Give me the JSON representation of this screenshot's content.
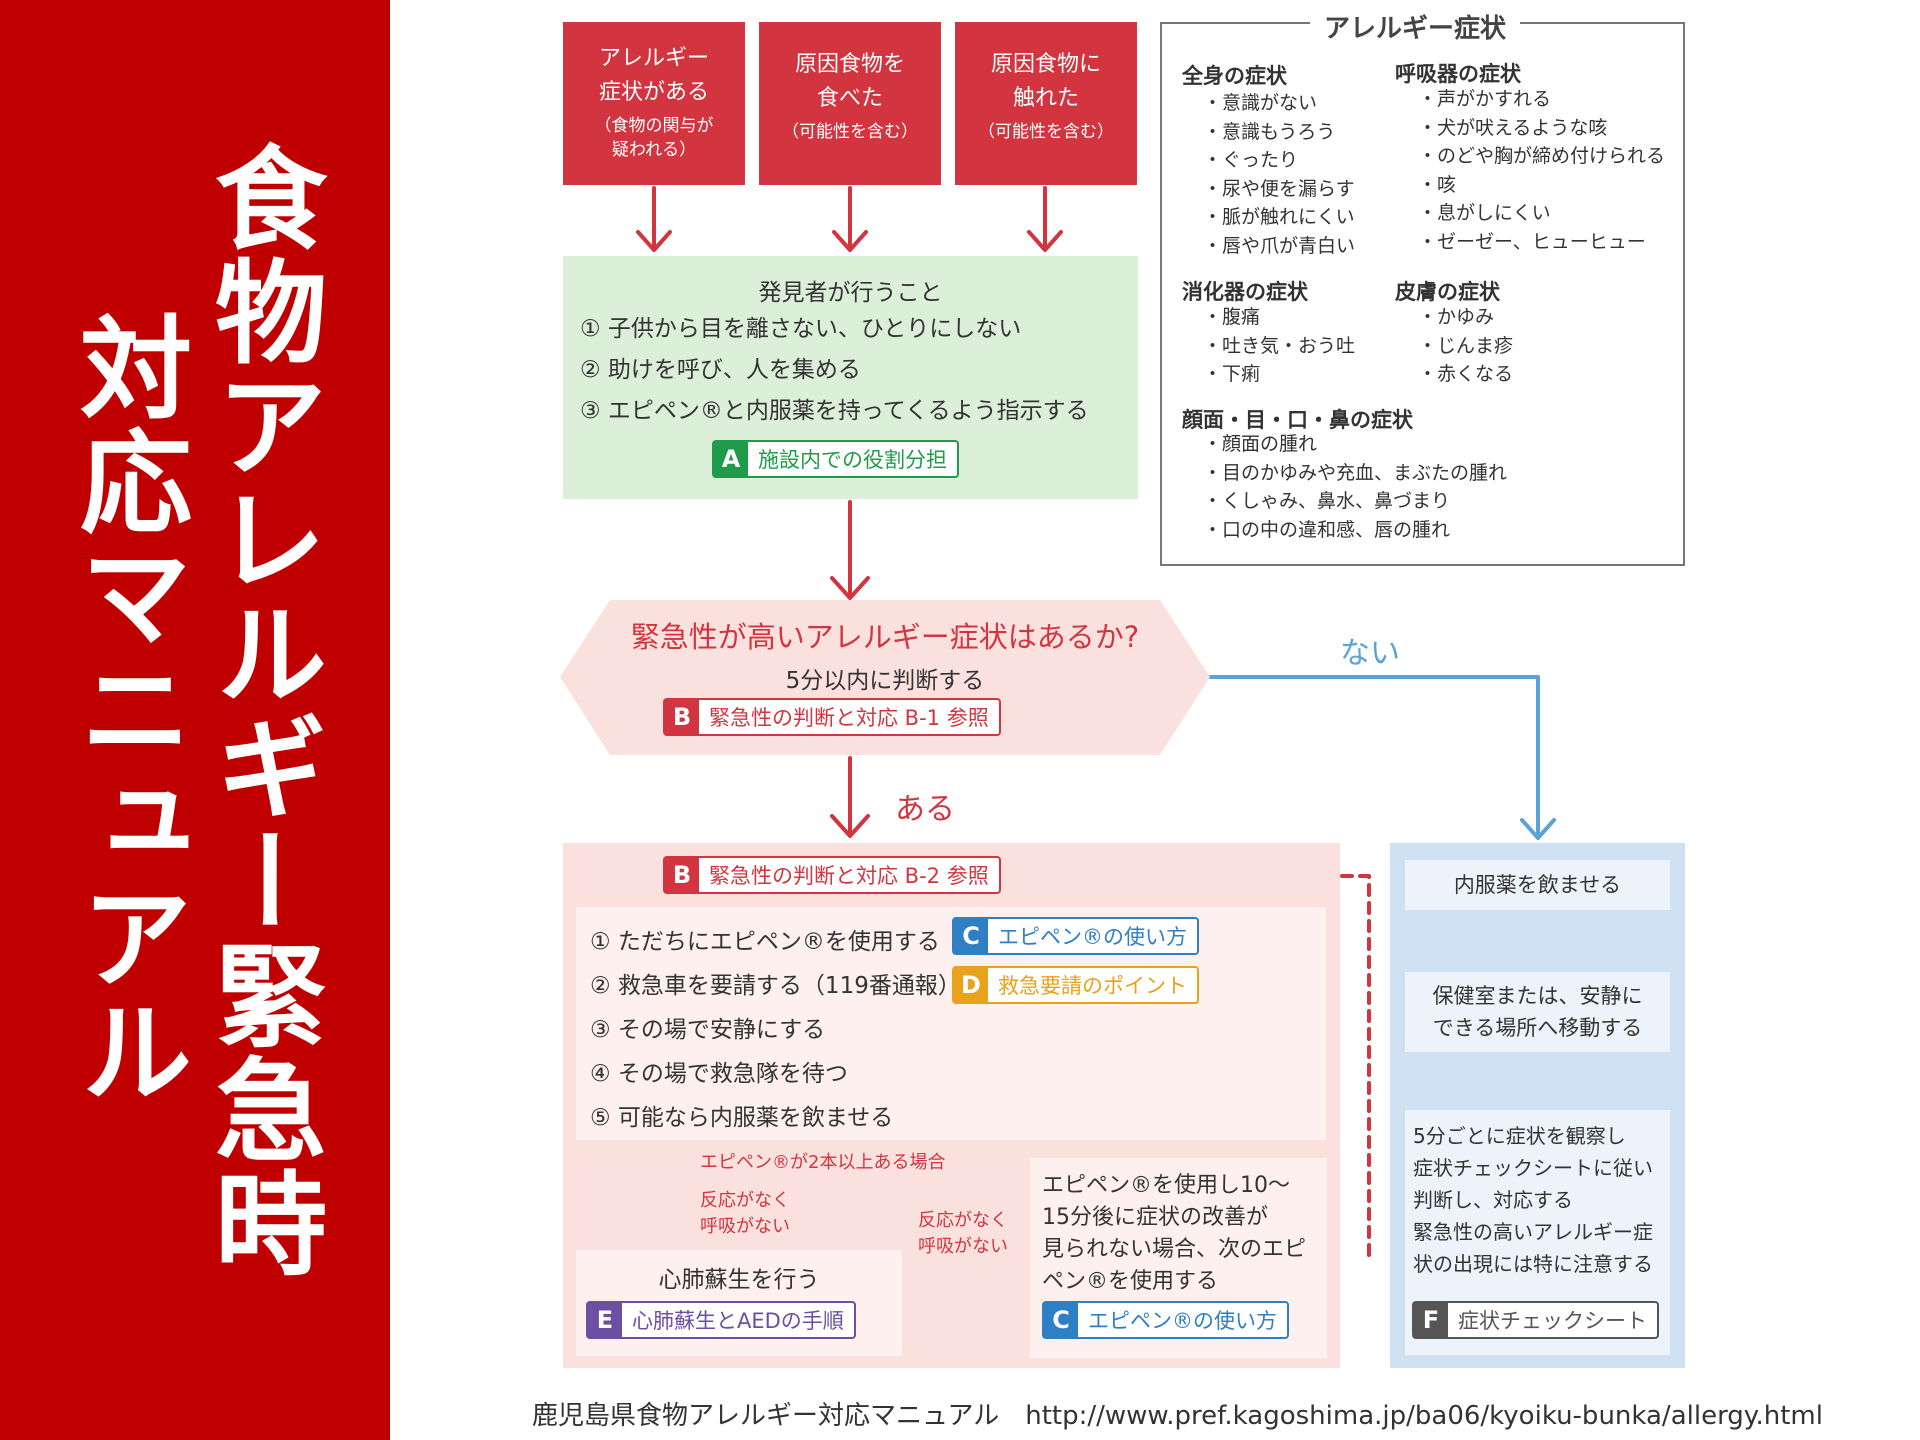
{
  "title": {
    "line1": "食物アレルギー緊急時",
    "line2": "対応マニュアル"
  },
  "triggers": [
    {
      "main": "アレルギー\n症状がある",
      "sub": "（食物の関与が\n疑われる）"
    },
    {
      "main": "原因食物を\n食べた",
      "sub": "（可能性を含む）"
    },
    {
      "main": "原因食物に\n触れた",
      "sub": "（可能性を含む）"
    }
  ],
  "symptoms": {
    "title": "アレルギー症状",
    "whole_body": {
      "head": "全身の症状",
      "items": [
        "・意識がない",
        "・意識もうろう",
        "・ぐったり",
        "・尿や便を漏らす",
        "・脈が触れにくい",
        "・唇や爪が青白い"
      ]
    },
    "respiratory": {
      "head": "呼吸器の症状",
      "items": [
        "・声がかすれる",
        "・犬が吠えるような咳",
        "・のどや胸が締め付けられる",
        "・咳",
        "・息がしにくい",
        "・ゼーゼー、ヒューヒュー"
      ]
    },
    "digestive": {
      "head": "消化器の症状",
      "items": [
        "・腹痛",
        "・吐き気・おう吐",
        "・下痢"
      ]
    },
    "skin": {
      "head": "皮膚の症状",
      "items": [
        "・かゆみ",
        "・じんま疹",
        "・赤くなる"
      ]
    },
    "face": {
      "head": "顔面・目・口・鼻の症状",
      "items": [
        "・顔面の腫れ",
        "・目のかゆみや充血、まぶたの腫れ",
        "・くしゃみ、鼻水、鼻づまり",
        "・口の中の違和感、唇の腫れ"
      ]
    }
  },
  "discoverer": {
    "title": "発見者が行うこと",
    "steps": [
      "① 子供から目を離さない、ひとりにしない",
      "② 助けを呼び、人を集める",
      "③ エピペン®と内服薬を持ってくるよう指示する"
    ],
    "tag": {
      "letter": "A",
      "label": "施設内での役割分担"
    }
  },
  "decision": {
    "question": "緊急性が高いアレルギー症状はあるか?",
    "note": "5分以内に判断する",
    "tag": {
      "letter": "B",
      "label": "緊急性の判断と対応 B-1 参照"
    },
    "no_label": "ない",
    "yes_label": "ある"
  },
  "emergency": {
    "tag": {
      "letter": "B",
      "label": "緊急性の判断と対応 B-2 参照"
    },
    "steps": [
      "① ただちにエピペン®を使用する",
      "② 救急車を要請する（119番通報）",
      "③ その場で安静にする",
      "④ その場で救急隊を待つ",
      "⑤ 可能なら内服薬を飲ませる"
    ],
    "tag_c": {
      "letter": "C",
      "label": "エピペン®の使い方"
    },
    "tag_d": {
      "letter": "D",
      "label": "救急要請のポイント"
    },
    "two_pens": "エピペン®が2本以上ある場合",
    "no_response_left": "反応がなく\n呼吸がない",
    "no_response_right": "反応がなく\n呼吸がない",
    "second_pen": "エピペン®を使用し10～\n15分後に症状の改善が\n見られない場合、次のエピ\nペン®を使用する",
    "tag_c2": {
      "letter": "C",
      "label": "エピペン®の使い方"
    },
    "cpr": "心肺蘇生を行う",
    "tag_e": {
      "letter": "E",
      "label": "心肺蘇生とAEDの手順"
    }
  },
  "non_emergency": {
    "step1": "内服薬を飲ませる",
    "step2": "保健室または、安静に\nできる場所へ移動する",
    "step3": "5分ごとに症状を観察し\n症状チェックシートに従い\n判断し、対応する\n緊急性の高いアレルギー症\n状の出現には特に注意する",
    "tag_f": {
      "letter": "F",
      "label": "症状チェックシート"
    }
  },
  "footer": "鹿児島県食物アレルギー対応マニュアル　http://www.pref.kagoshima.jp/ba06/kyoiku-bunka/allergy.html"
}
